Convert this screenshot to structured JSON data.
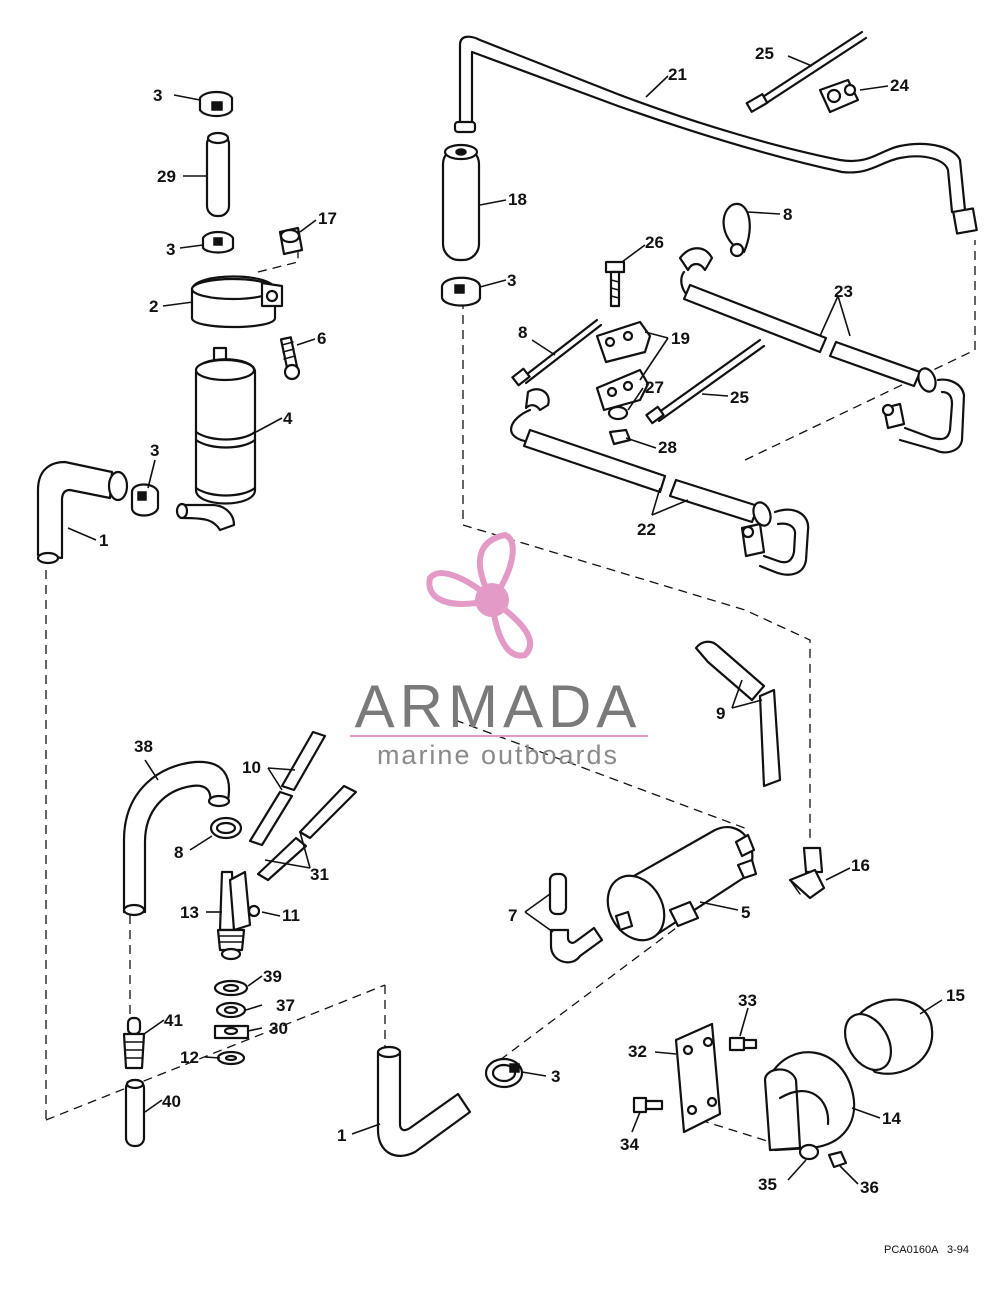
{
  "diagram": {
    "callouts": [
      {
        "id": "c-3a",
        "text": "3"
      },
      {
        "id": "c-29",
        "text": "29"
      },
      {
        "id": "c-3b",
        "text": "3"
      },
      {
        "id": "c-17",
        "text": "17"
      },
      {
        "id": "c-2",
        "text": "2"
      },
      {
        "id": "c-6",
        "text": "6"
      },
      {
        "id": "c-4",
        "text": "4"
      },
      {
        "id": "c-3c",
        "text": "3"
      },
      {
        "id": "c-1a",
        "text": "1"
      },
      {
        "id": "c-18",
        "text": "18"
      },
      {
        "id": "c-3d",
        "text": "3"
      },
      {
        "id": "c-21",
        "text": "21"
      },
      {
        "id": "c-25a",
        "text": "25"
      },
      {
        "id": "c-24",
        "text": "24"
      },
      {
        "id": "c-8a",
        "text": "8"
      },
      {
        "id": "c-26",
        "text": "26"
      },
      {
        "id": "c-23",
        "text": "23"
      },
      {
        "id": "c-8b",
        "text": "8"
      },
      {
        "id": "c-19",
        "text": "19"
      },
      {
        "id": "c-27",
        "text": "27"
      },
      {
        "id": "c-25b",
        "text": "25"
      },
      {
        "id": "c-28",
        "text": "28"
      },
      {
        "id": "c-22",
        "text": "22"
      },
      {
        "id": "c-9",
        "text": "9"
      },
      {
        "id": "c-38",
        "text": "38"
      },
      {
        "id": "c-10",
        "text": "10"
      },
      {
        "id": "c-8c",
        "text": "8"
      },
      {
        "id": "c-31",
        "text": "31"
      },
      {
        "id": "c-13",
        "text": "13"
      },
      {
        "id": "c-11",
        "text": "11"
      },
      {
        "id": "c-16",
        "text": "16"
      },
      {
        "id": "c-7",
        "text": "7"
      },
      {
        "id": "c-5",
        "text": "5"
      },
      {
        "id": "c-39",
        "text": "39"
      },
      {
        "id": "c-37",
        "text": "37"
      },
      {
        "id": "c-41",
        "text": "41"
      },
      {
        "id": "c-30",
        "text": "30"
      },
      {
        "id": "c-12",
        "text": "12"
      },
      {
        "id": "c-40",
        "text": "40"
      },
      {
        "id": "c-3e",
        "text": "3"
      },
      {
        "id": "c-33",
        "text": "33"
      },
      {
        "id": "c-15",
        "text": "15"
      },
      {
        "id": "c-32",
        "text": "32"
      },
      {
        "id": "c-34",
        "text": "34"
      },
      {
        "id": "c-14",
        "text": "14"
      },
      {
        "id": "c-1b",
        "text": "1"
      },
      {
        "id": "c-35",
        "text": "35"
      },
      {
        "id": "c-36",
        "text": "36"
      }
    ],
    "footer_code": "PCA0160A   3-94"
  },
  "watermark": {
    "brand": "ARMADA",
    "tagline": "marine outboards",
    "logo_color": "#e39ac6",
    "logo_icon": "propeller-logo"
  }
}
